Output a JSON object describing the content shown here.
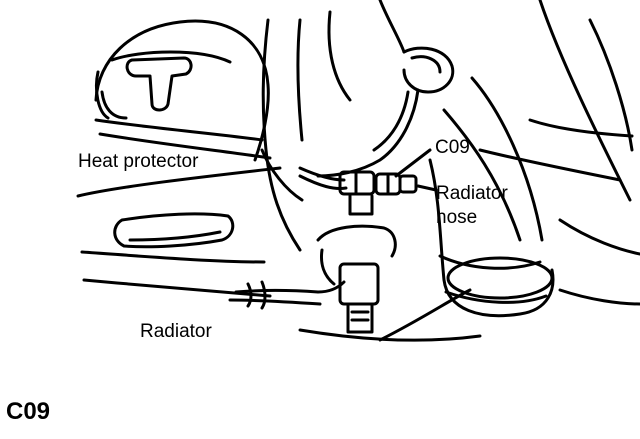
{
  "labels": {
    "heat_protector": "Heat protector",
    "connector_callout": "C09",
    "radiator_hose_line1": "Radiator",
    "radiator_hose_line2": "hose",
    "radiator": "Radiator"
  },
  "figure_code": "C09",
  "colors": {
    "ink": "#000000",
    "paper": "#ffffff"
  }
}
